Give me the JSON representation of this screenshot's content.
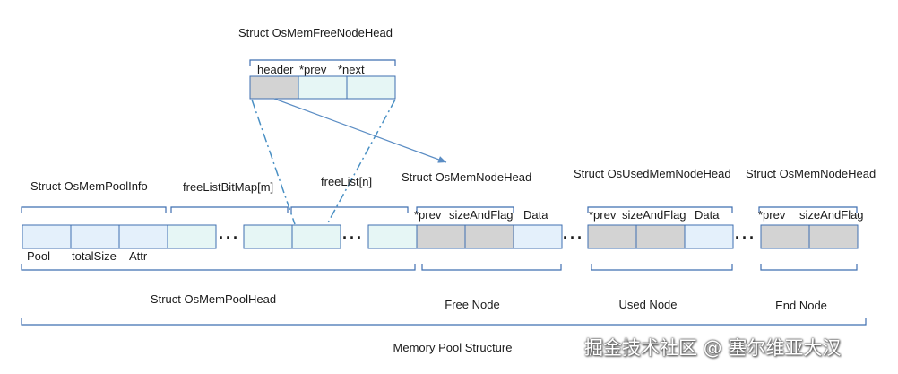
{
  "free_node_head": {
    "title": "Struct OsMemFreeNodeHead",
    "fields": [
      "header",
      "*prev",
      "*next"
    ]
  },
  "pool_info": {
    "title": "Struct OsMemPoolInfo",
    "fields": [
      "Pool",
      "totalSize",
      "Attr"
    ]
  },
  "free_list_bitmap": {
    "label": "freeListBitMap[m]"
  },
  "free_list": {
    "label": "freeList[n]"
  },
  "pool_head": {
    "label": "Struct OsMemPoolHead"
  },
  "free_node": {
    "title": "Struct OsMemNodeHead",
    "fields": [
      "*prev",
      "sizeAndFlag",
      "Data"
    ],
    "label": "Free Node"
  },
  "used_node": {
    "title": "Struct OsUsedMemNodeHead",
    "fields": [
      "*prev",
      "sizeAndFlag",
      "Data"
    ],
    "label": "Used Node"
  },
  "end_node": {
    "title": "Struct OsMemNodeHead",
    "fields": [
      "*prev",
      "sizeAndFlag"
    ],
    "label": "End Node"
  },
  "ellipsis": "···",
  "structure_label": "Memory Pool Structure",
  "watermark": "掘金技术社区 @ 塞尔维亚大汉",
  "colors": {
    "light_blue": "#e4f0fb",
    "light_cyan": "#e6f6f5",
    "gray": "#d3d3d3",
    "border": "#3f6fb0",
    "arrow": "#5b8dc4"
  }
}
